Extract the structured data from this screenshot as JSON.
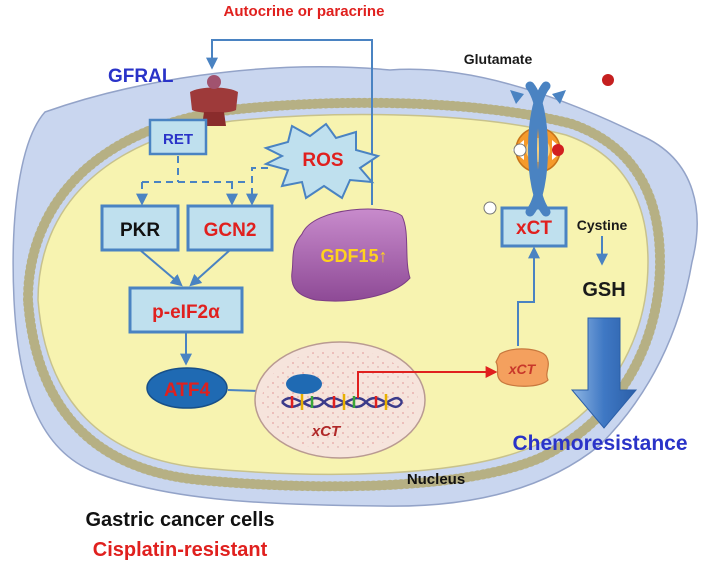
{
  "labels": {
    "autocrine": "Autocrine or paracrine",
    "gfral": "GFRAL",
    "glutamate": "Glutamate",
    "ret": "RET",
    "ros": "ROS",
    "pkr": "PKR",
    "gcn2": "GCN2",
    "gdf15": "GDF15↑",
    "xct_transporter": "xCT",
    "cystine": "Cystine",
    "gsh": "GSH",
    "peif2a": "p-eIF2α",
    "atf4": "ATF4",
    "xct_gene": "xCT",
    "xct_protein": "xCT",
    "chemoresistance": "Chemoresistance",
    "nucleus": "Nucleus",
    "cell_type": "Gastric cancer cells",
    "condition": "Cisplatin-resistant"
  },
  "colors": {
    "red_label": "#e0201e",
    "blue_label": "#2a33c8",
    "navy_label": "#1e3a9c",
    "arrow_blue": "#4a83c2",
    "box_fill": "#bfe0ee",
    "cell_membrane": "#c9d6ef",
    "cytoplasm": "#f7f3b0",
    "gdf15_purple": "#a65dac",
    "gdf15_text": "#ffd21e",
    "atf4_blue": "#1f6ab3",
    "xct_orange": "#f4a05e"
  }
}
